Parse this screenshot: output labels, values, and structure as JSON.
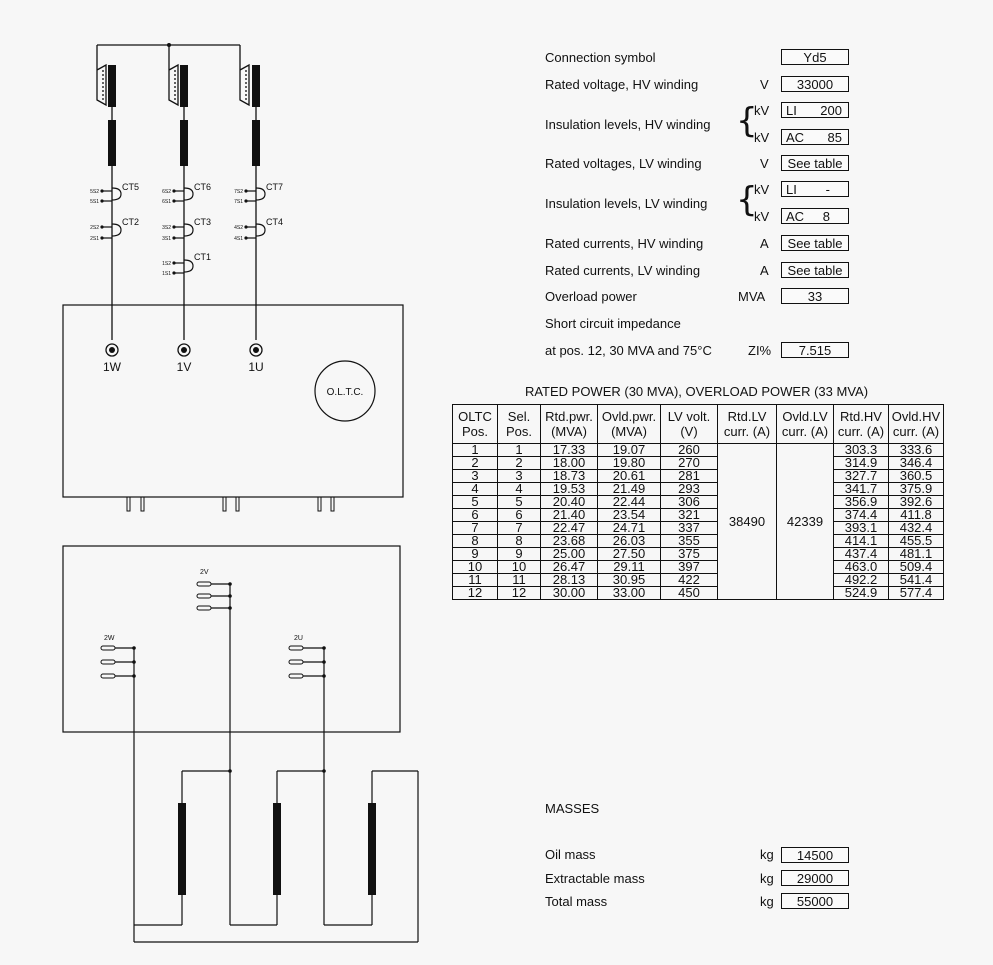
{
  "specs": {
    "connection_symbol": {
      "label": "Connection symbol",
      "unit": "",
      "value": "Yd5"
    },
    "rated_voltage_hv": {
      "label": "Rated voltage, HV winding",
      "unit": "V",
      "value": "33000"
    },
    "insulation_hv": {
      "label": "Insulation levels, HV winding",
      "rows": [
        {
          "unit": "kV",
          "prefix": "LI",
          "value": "200"
        },
        {
          "unit": "kV",
          "prefix": "AC",
          "value": "85"
        }
      ]
    },
    "rated_voltages_lv": {
      "label": "Rated voltages, LV winding",
      "unit": "V",
      "value": "See table"
    },
    "insulation_lv": {
      "label": "Insulation levels, LV winding",
      "rows": [
        {
          "unit": "kV",
          "prefix": "LI",
          "value": "-"
        },
        {
          "unit": "kV",
          "prefix": "AC",
          "value": "8"
        }
      ]
    },
    "rated_currents_hv": {
      "label": "Rated currents, HV winding",
      "unit": "A",
      "value": "See table"
    },
    "rated_currents_lv": {
      "label": "Rated currents, LV winding",
      "unit": "A",
      "value": "See table"
    },
    "overload_power": {
      "label": "Overload power",
      "unit": "MVA",
      "value": "33"
    },
    "short_circuit": {
      "label": "Short circuit impedance",
      "sublabel": "at pos. 12, 30 MVA and 75°C",
      "unit": "ZI%",
      "value": "7.515"
    }
  },
  "table": {
    "title": "RATED POWER (30 MVA), OVERLOAD POWER (33 MVA)",
    "headers": [
      [
        "OLTC",
        "Pos."
      ],
      [
        "Sel.",
        "Pos."
      ],
      [
        "Rtd.pwr.",
        "(MVA)"
      ],
      [
        "Ovld.pwr.",
        "(MVA)"
      ],
      [
        "LV volt.",
        "(V)"
      ],
      [
        "Rtd.LV",
        "curr. (A)"
      ],
      [
        "Ovld.LV",
        "curr. (A)"
      ],
      [
        "Rtd.HV",
        "curr. (A)"
      ],
      [
        "Ovld.HV",
        "curr. (A)"
      ]
    ],
    "merged_rtd_lv": "38490",
    "merged_ovld_lv": "42339",
    "rows": [
      [
        "1",
        "1",
        "17.33",
        "19.07",
        "260",
        "303.3",
        "333.6"
      ],
      [
        "2",
        "2",
        "18.00",
        "19.80",
        "270",
        "314.9",
        "346.4"
      ],
      [
        "3",
        "3",
        "18.73",
        "20.61",
        "281",
        "327.7",
        "360.5"
      ],
      [
        "4",
        "4",
        "19.53",
        "21.49",
        "293",
        "341.7",
        "375.9"
      ],
      [
        "5",
        "5",
        "20.40",
        "22.44",
        "306",
        "356.9",
        "392.6"
      ],
      [
        "6",
        "6",
        "21.40",
        "23.54",
        "321",
        "374.4",
        "411.8"
      ],
      [
        "7",
        "7",
        "22.47",
        "24.71",
        "337",
        "393.1",
        "432.4"
      ],
      [
        "8",
        "8",
        "23.68",
        "26.03",
        "355",
        "414.1",
        "455.5"
      ],
      [
        "9",
        "9",
        "25.00",
        "27.50",
        "375",
        "437.4",
        "481.1"
      ],
      [
        "10",
        "10",
        "26.47",
        "29.11",
        "397",
        "463.0",
        "509.4"
      ],
      [
        "11",
        "11",
        "28.13",
        "30.95",
        "422",
        "492.2",
        "541.4"
      ],
      [
        "12",
        "12",
        "30.00",
        "33.00",
        "450",
        "524.9",
        "577.4"
      ]
    ]
  },
  "masses": {
    "title": "MASSES",
    "items": [
      {
        "label": "Oil mass",
        "unit": "kg",
        "value": "14500"
      },
      {
        "label": "Extractable mass",
        "unit": "kg",
        "value": "29000"
      },
      {
        "label": "Total mass",
        "unit": "kg",
        "value": "55000"
      }
    ]
  },
  "diagram": {
    "ct_labels": [
      "CT5",
      "CT2",
      "CT6",
      "CT3",
      "CT1",
      "CT7",
      "CT4"
    ],
    "ct_terminals": {
      "ct5": [
        "5S2",
        "5S1"
      ],
      "ct2": [
        "2S2",
        "2S1"
      ],
      "ct6": [
        "6S2",
        "6S1"
      ],
      "ct3": [
        "3S2",
        "3S1"
      ],
      "ct1": [
        "1S2",
        "1S1"
      ],
      "ct7": [
        "7S2",
        "7S1"
      ],
      "ct4": [
        "4S2",
        "4S1"
      ]
    },
    "hv_bushings": [
      "1W",
      "1V",
      "1U"
    ],
    "oltc_label": "O.L.T.C.",
    "lv_bushings": [
      "2W",
      "2V",
      "2U"
    ]
  }
}
